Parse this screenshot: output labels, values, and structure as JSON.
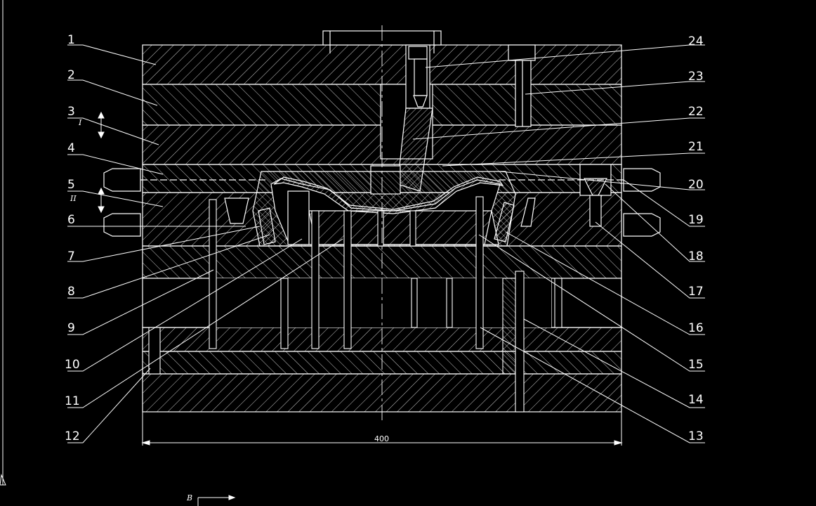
{
  "drawing": {
    "left_labels": [
      "1",
      "2",
      "3",
      "4",
      "5",
      "6",
      "7",
      "8",
      "9",
      "10",
      "11",
      "12"
    ],
    "right_labels": [
      "24",
      "23",
      "22",
      "21",
      "20",
      "19",
      "18",
      "17",
      "16",
      "15",
      "14",
      "13"
    ],
    "dimension": "400",
    "parting_marks": [
      "I",
      "II"
    ],
    "view_marker": "B",
    "colors": {
      "background": "#000000",
      "line": "#ffffff"
    }
  }
}
